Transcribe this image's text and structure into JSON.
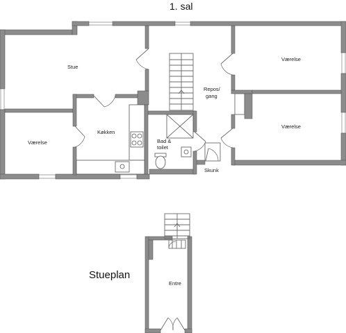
{
  "floors": {
    "upper_title": "1. sal",
    "ground_title": "Stueplan"
  },
  "rooms": {
    "stue": "Stue",
    "vaerelse_left": "Værelse",
    "koekken": "Køkken",
    "bad_line1": "Bad &",
    "bad_line2": "toilet",
    "repos_line1": "Repos/",
    "repos_line2": "gang",
    "skunk": "Skunk",
    "vaerelse_top_right": "Værelse",
    "vaerelse_bottom_right": "Værelse",
    "entre": "Entre"
  },
  "colors": {
    "wall": "#8c8c8c",
    "line": "#6a6a6a",
    "background": "#ffffff"
  }
}
